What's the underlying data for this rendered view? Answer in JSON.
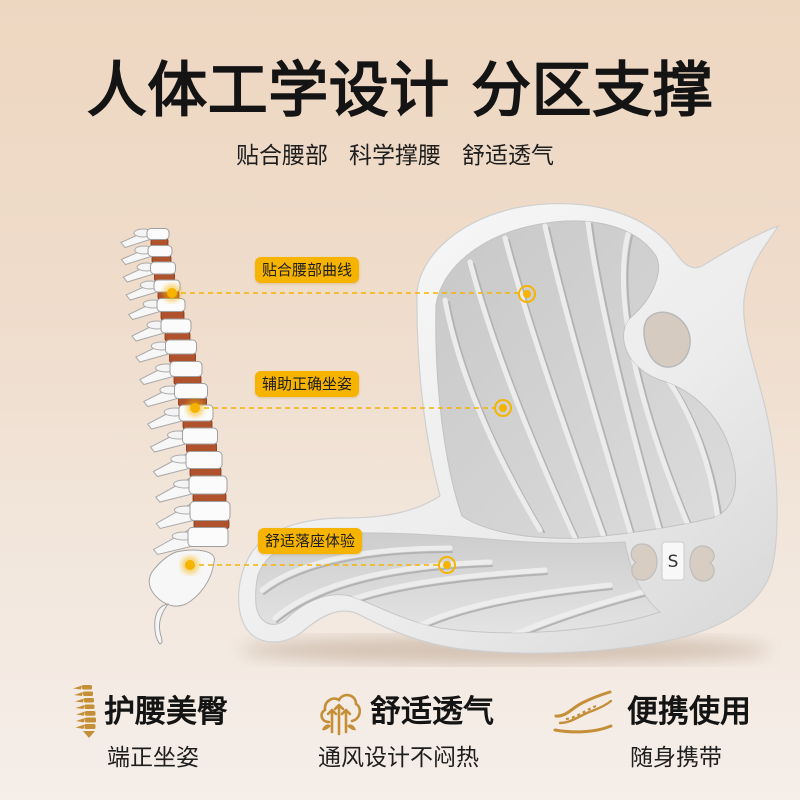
{
  "header": {
    "title": "人体工学设计 分区支撑",
    "subtitle_items": [
      "贴合腰部",
      "科学撑腰",
      "舒适透气"
    ]
  },
  "product": {
    "size_label": "S",
    "callouts": [
      {
        "label": "贴合腰部曲线"
      },
      {
        "label": "辅助正确坐姿"
      },
      {
        "label": "舒适落座体验"
      }
    ]
  },
  "features": [
    {
      "icon": "spine-icon",
      "title": "护腰美臀",
      "subtitle": "端正坐姿"
    },
    {
      "icon": "breathable-airflow-icon",
      "title": "舒适透气",
      "subtitle": "通风设计不闷热"
    },
    {
      "icon": "portable-cushion-icon",
      "title": "便携使用",
      "subtitle": "随身携带"
    }
  ],
  "colors": {
    "background_top": "#eed7c1",
    "background_bottom": "#f5eee9",
    "accent_yellow": "#f6b400",
    "icon_gold": "#c58f38",
    "disc_brown": "#b0532c",
    "text_dark": "#141414"
  }
}
